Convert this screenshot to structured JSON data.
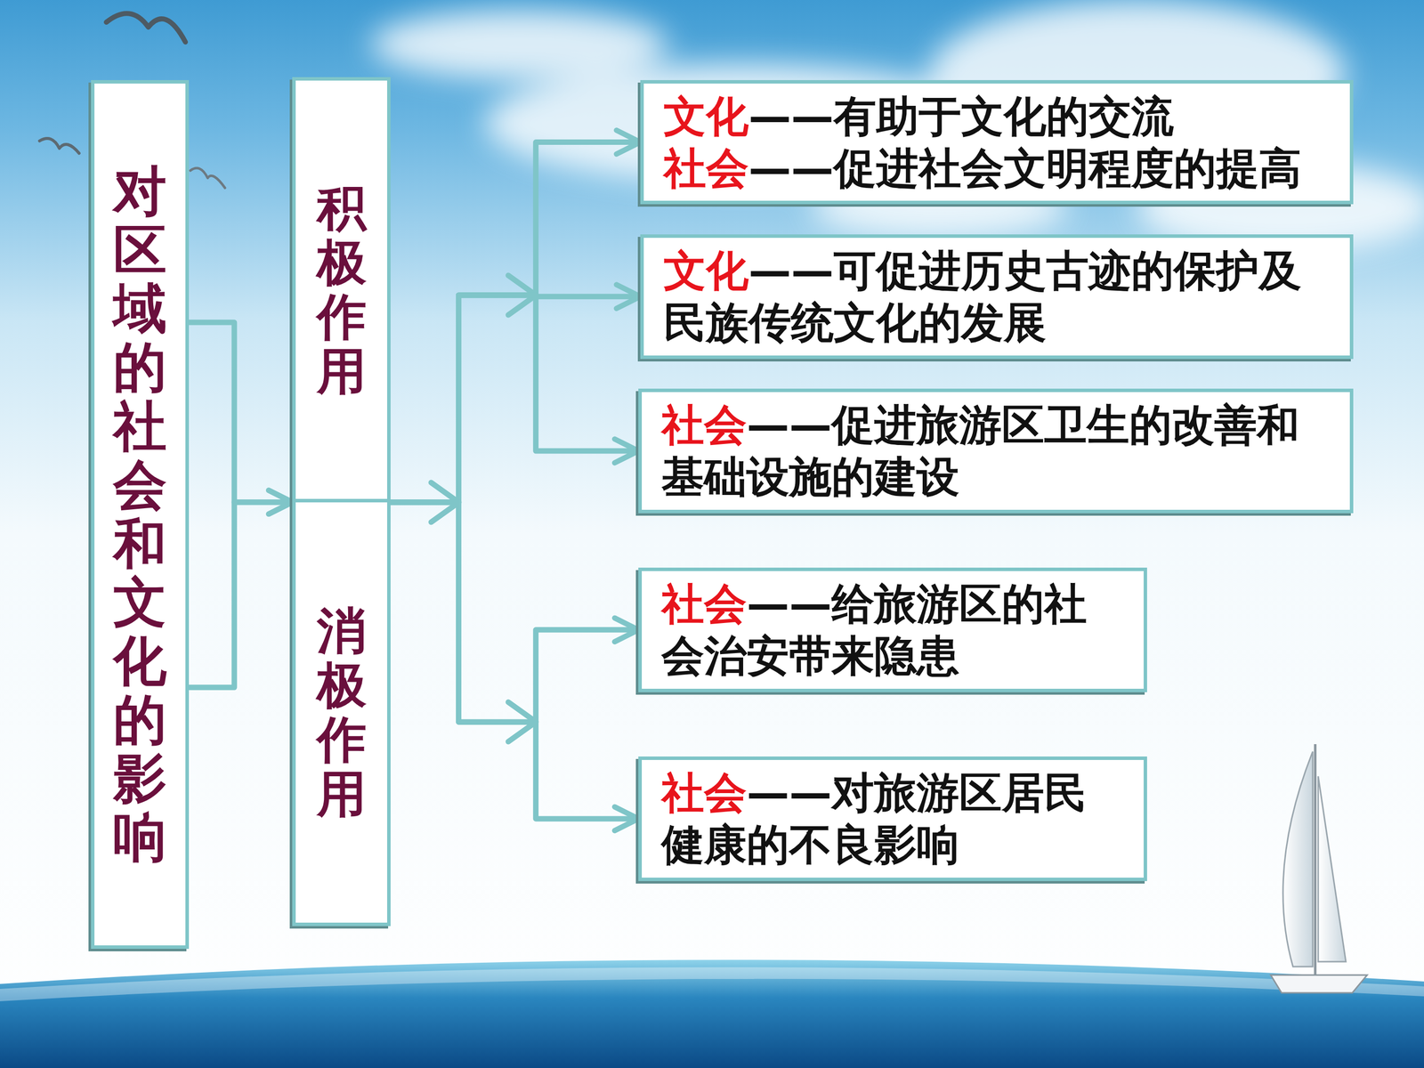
{
  "diagram": {
    "nodes": [
      {
        "text": [
          "对区域的社会和文化的影响"
        ]
      },
      {
        "text": [
          "积极作用"
        ]
      },
      {
        "text": [
          "消极作用"
        ]
      },
      {
        "text": [
          "文化——有助于文化的交流",
          "社会——促进社会文明程度的提高"
        ]
      },
      {
        "text": [
          "文化——可促进历史古迹的保护及民族传统文化的发展"
        ]
      },
      {
        "text": [
          "社会——促进旅游区卫生的改善和基础设施的建设"
        ]
      },
      {
        "text": [
          "社会——给旅游区的社会治安带来隐患"
        ]
      },
      {
        "text": [
          "社会——对旅游区居民健康的不良影响"
        ]
      }
    ],
    "edges": [
      {
        "from": 0,
        "to": 1,
        "arrow": "to"
      },
      {
        "from": 0,
        "to": 2,
        "arrow": "to"
      },
      {
        "from": 1,
        "to": 3,
        "arrow": "to"
      },
      {
        "from": 1,
        "to": 4,
        "arrow": "to"
      },
      {
        "from": 1,
        "to": 5,
        "arrow": "to"
      },
      {
        "from": 2,
        "to": 6,
        "arrow": "to"
      },
      {
        "from": 2,
        "to": 7,
        "arrow": "to"
      }
    ]
  }
}
